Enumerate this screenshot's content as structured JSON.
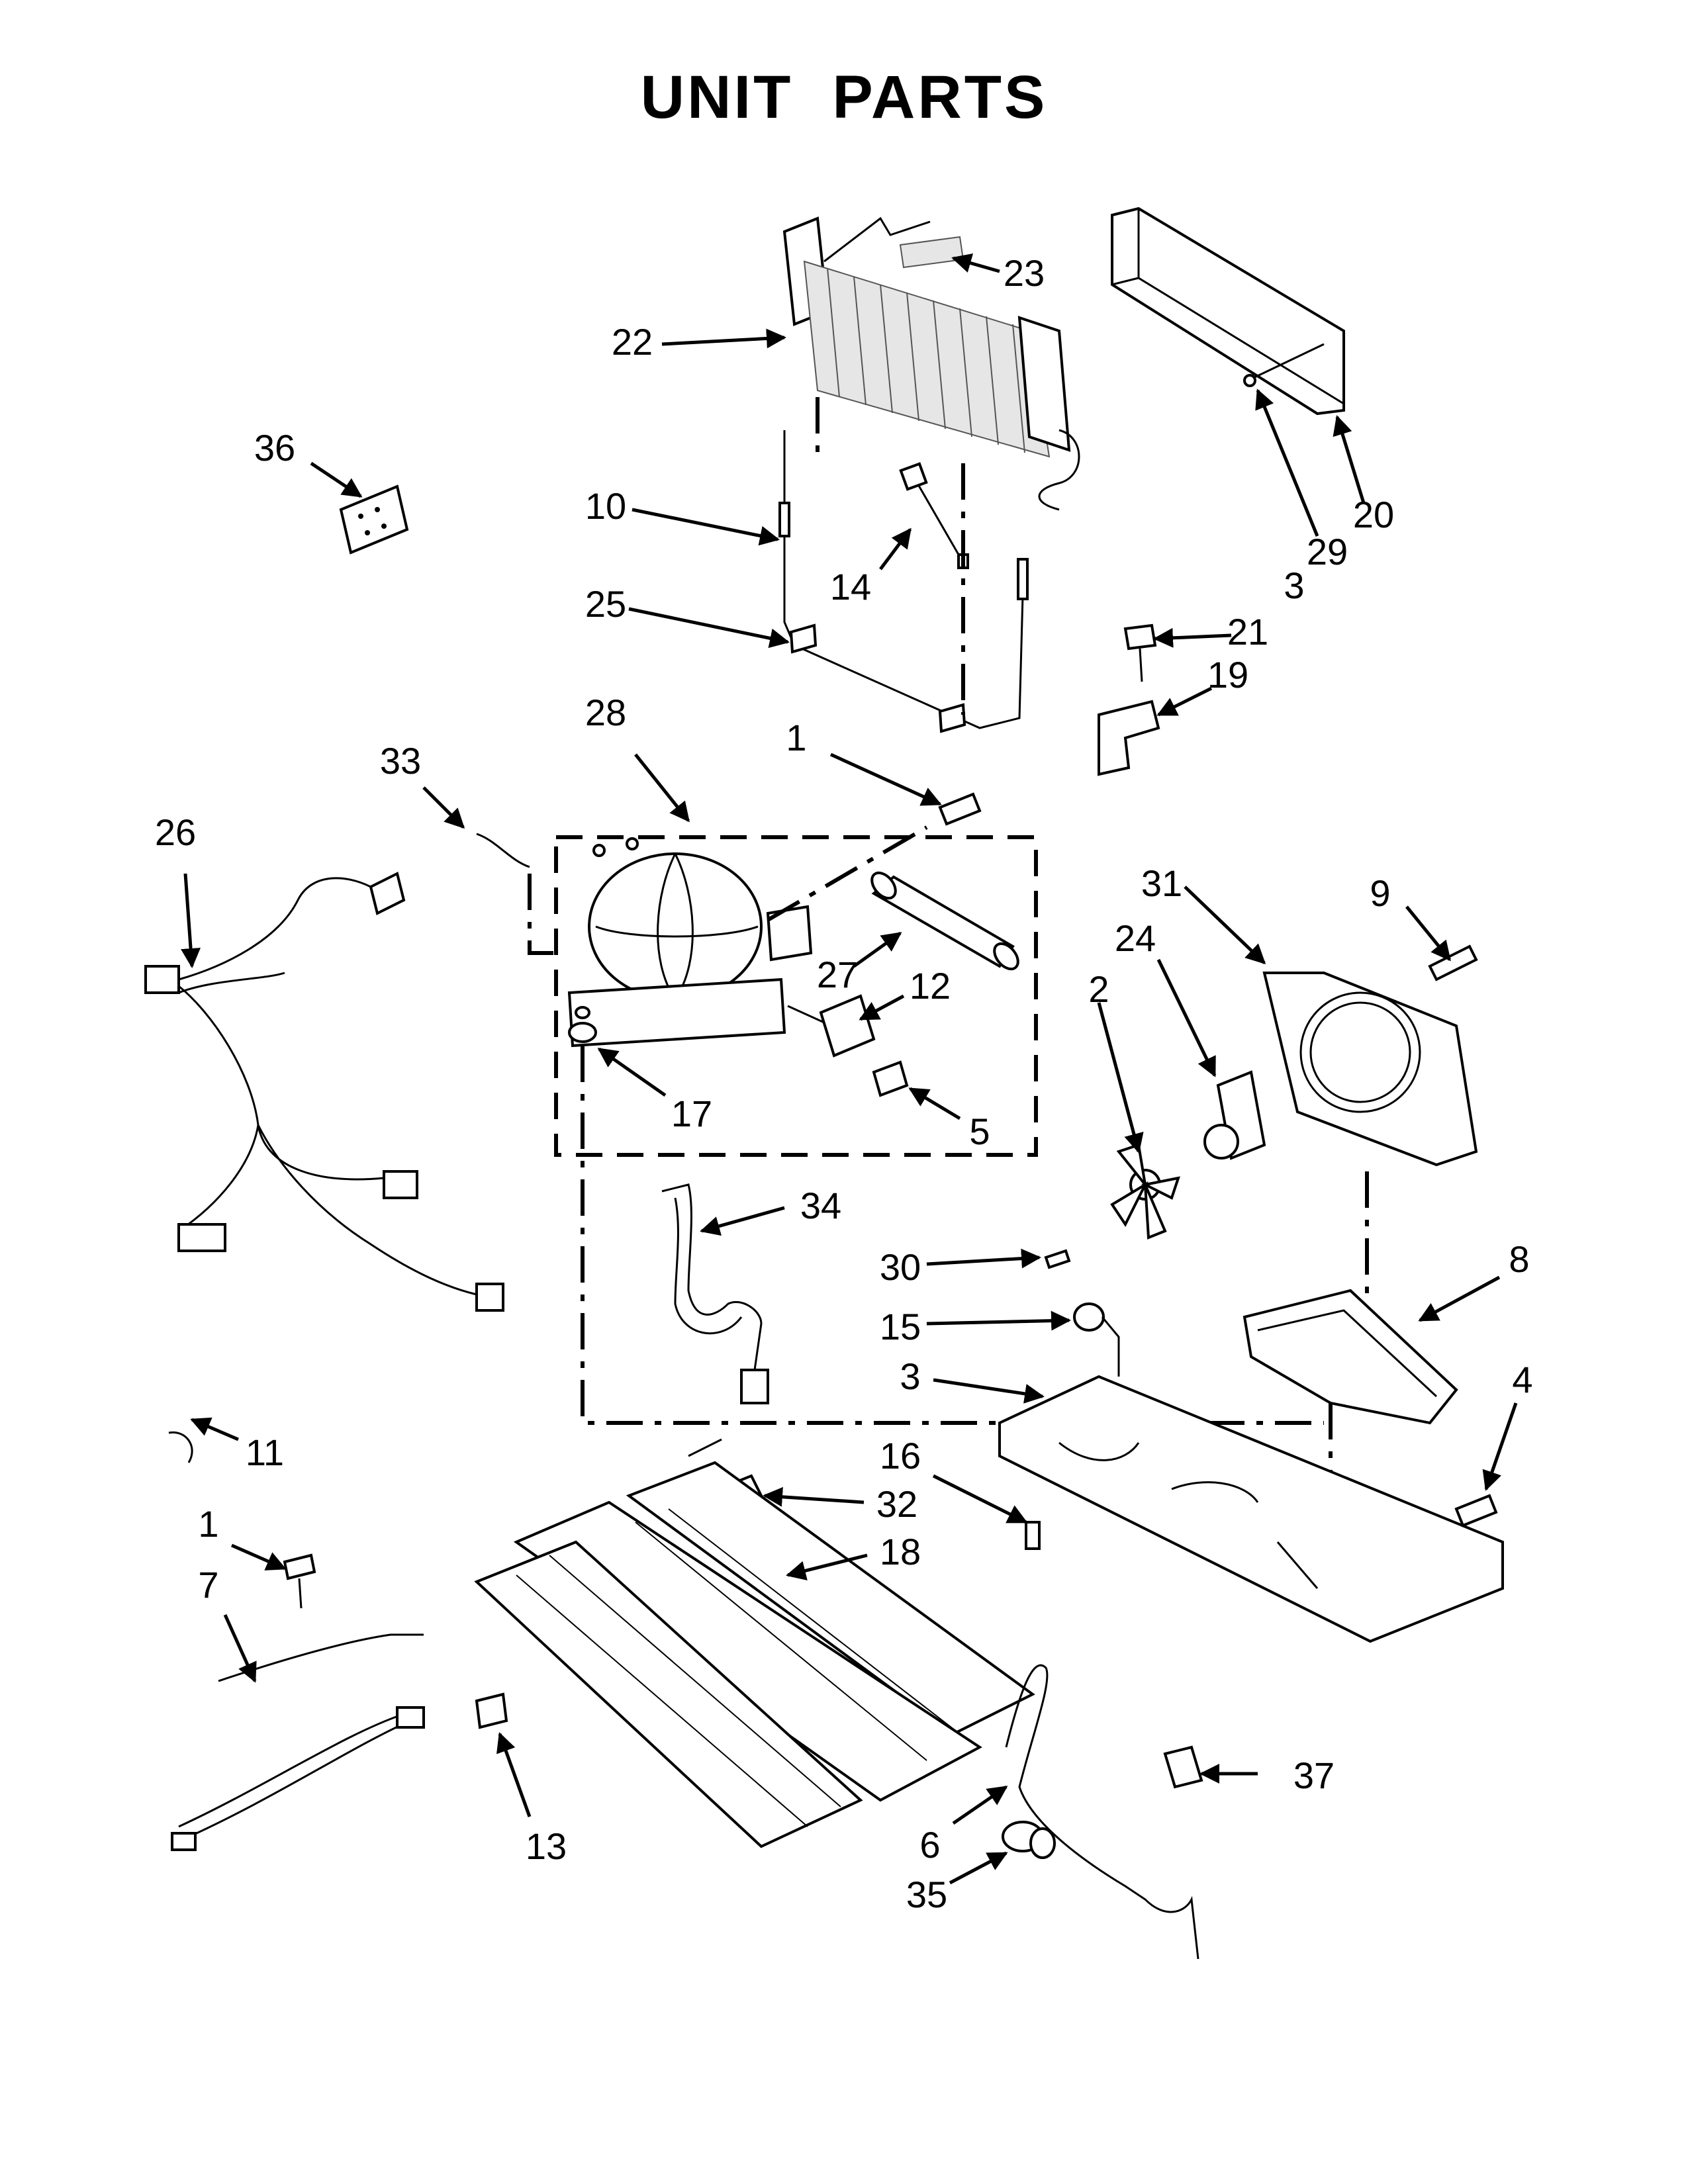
{
  "title": "UNIT  PARTS",
  "callouts": [
    {
      "id": "36",
      "text": "36"
    },
    {
      "id": "22",
      "text": "22"
    },
    {
      "id": "23",
      "text": "23"
    },
    {
      "id": "10",
      "text": "10"
    },
    {
      "id": "14",
      "text": "14"
    },
    {
      "id": "25",
      "text": "25"
    },
    {
      "id": "20",
      "text": "20"
    },
    {
      "id": "29",
      "text": "29"
    },
    {
      "id": "3a",
      "text": "3"
    },
    {
      "id": "21",
      "text": "21"
    },
    {
      "id": "19",
      "text": "19"
    },
    {
      "id": "28",
      "text": "28"
    },
    {
      "id": "1a",
      "text": "1"
    },
    {
      "id": "33",
      "text": "33"
    },
    {
      "id": "26",
      "text": "26"
    },
    {
      "id": "27",
      "text": "27"
    },
    {
      "id": "12",
      "text": "12"
    },
    {
      "id": "17",
      "text": "17"
    },
    {
      "id": "5",
      "text": "5"
    },
    {
      "id": "31",
      "text": "31"
    },
    {
      "id": "9",
      "text": "9"
    },
    {
      "id": "24",
      "text": "24"
    },
    {
      "id": "2",
      "text": "2"
    },
    {
      "id": "34",
      "text": "34"
    },
    {
      "id": "30",
      "text": "30"
    },
    {
      "id": "15",
      "text": "15"
    },
    {
      "id": "8",
      "text": "8"
    },
    {
      "id": "3b",
      "text": "3"
    },
    {
      "id": "4",
      "text": "4"
    },
    {
      "id": "11",
      "text": "11"
    },
    {
      "id": "16",
      "text": "16"
    },
    {
      "id": "32",
      "text": "32"
    },
    {
      "id": "1b",
      "text": "1"
    },
    {
      "id": "18",
      "text": "18"
    },
    {
      "id": "7",
      "text": "7"
    },
    {
      "id": "37",
      "text": "37"
    },
    {
      "id": "13",
      "text": "13"
    },
    {
      "id": "6",
      "text": "6"
    },
    {
      "id": "35",
      "text": "35"
    }
  ]
}
